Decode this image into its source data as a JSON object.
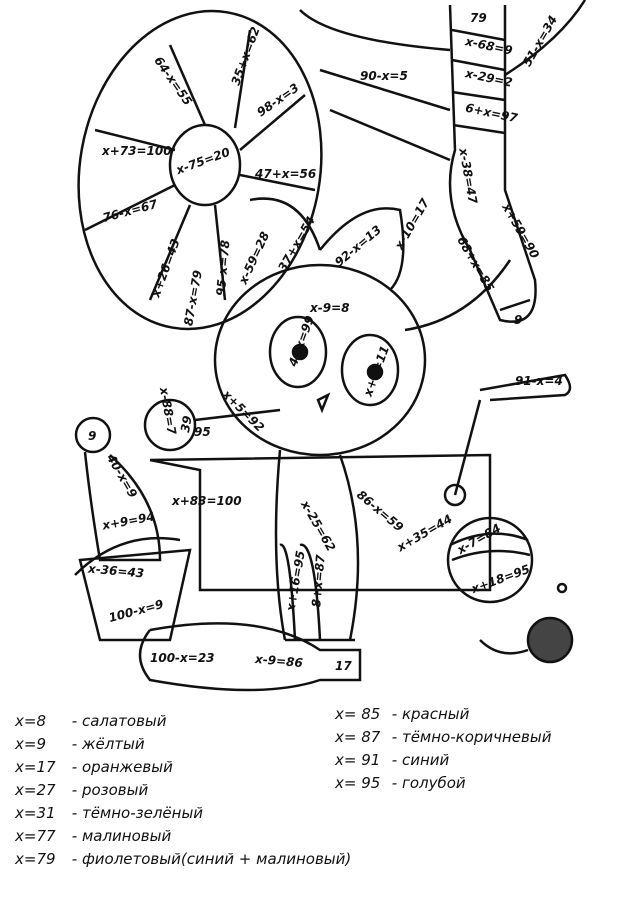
{
  "equations": [
    "79",
    "x-68=9",
    "x-29=2",
    "6+x=97",
    "51-x=34",
    "90-x=5",
    "x-38=47",
    "x+59=90",
    "68+x=85",
    "9",
    "64-x=55",
    "35+x=62",
    "98-x=3",
    "x+73=100",
    "x-75=20",
    "47+x=56",
    "76-x=67",
    "x+26=43",
    "87-x=79",
    "95-x=78",
    "x-59=28",
    "37+x=54",
    "92-x=13",
    "x-10=17",
    "x-9=8",
    "4+x=99",
    "x+3=11",
    "x+5=92",
    "x-88=7",
    "39",
    "95",
    "9",
    "40-x=9",
    "x+9=94",
    "x+83=100",
    "x-25=62",
    "86-x=59",
    "91-x=4",
    "x+35=44",
    "x-7=84",
    "x+18=95",
    "x-36=43",
    "100-x=9",
    "x+16=95",
    "8+x=87",
    "100-x=23",
    "x-9=86",
    "17"
  ],
  "color_key": {
    "left": [
      {
        "value": "x=8",
        "color": "салатовый"
      },
      {
        "value": "x=9",
        "color": "жёлтый"
      },
      {
        "value": "x=17",
        "color": "оранжевый"
      },
      {
        "value": "x=27",
        "color": "розовый"
      },
      {
        "value": "x=31",
        "color": "тёмно-зелёный"
      },
      {
        "value": "x=77",
        "color": "малиновый"
      },
      {
        "value": "x=79",
        "color": "фиолетовый(синий + малиновый)"
      }
    ],
    "right": [
      {
        "value": "x= 85",
        "color": "красный"
      },
      {
        "value": "x= 87",
        "color": "тёмно-коричневый"
      },
      {
        "value": "x= 91",
        "color": "синий"
      },
      {
        "value": "x= 95",
        "color": "голубой"
      }
    ]
  }
}
